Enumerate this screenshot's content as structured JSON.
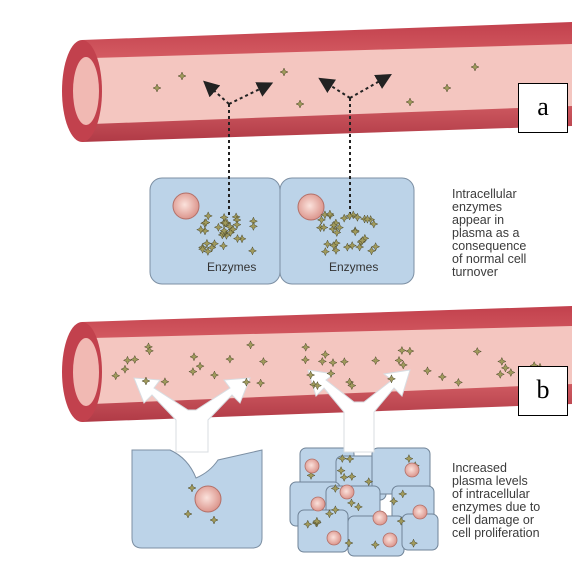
{
  "panel_a": {
    "label": "a",
    "caption": "Intracellular\nenzymes\nappear in\nplasma as a\nconsequence\nof normal cell\nturnover",
    "cell_labels": [
      "Enzymes",
      "Enzymes"
    ]
  },
  "panel_b": {
    "label": "b",
    "caption": "Increased\nplasma levels\nof intracellular\nenzymes due to\ncell damage or\ncell proliferation"
  },
  "colors": {
    "vessel_wall": "#d6525a",
    "vessel_dark": "#b03a46",
    "vessel_lumen": "#f4c6c0",
    "cell_fill": "#bcd3e8",
    "cell_border": "#7c8fa3",
    "enzyme": "#a09a5c",
    "nucleus": "#e9b7b0"
  }
}
